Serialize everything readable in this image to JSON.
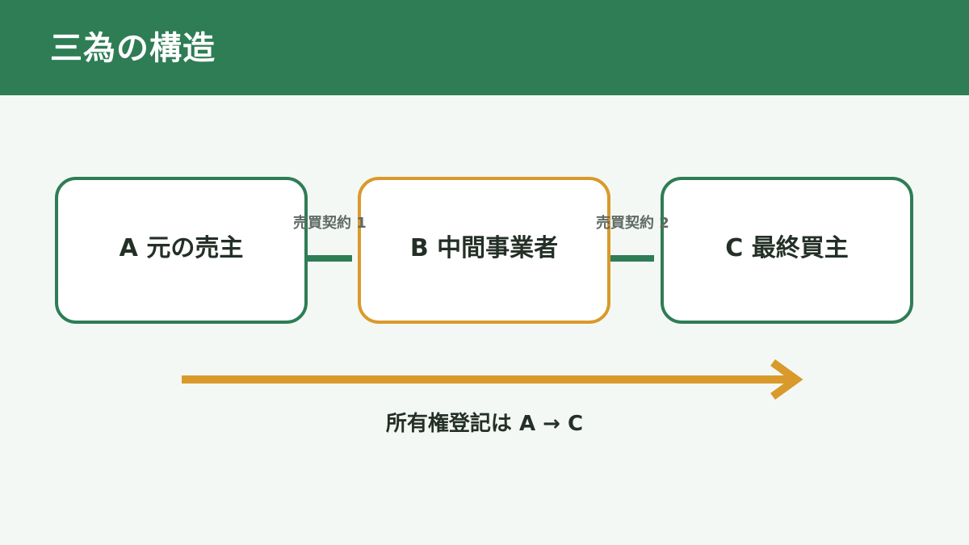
{
  "header": {
    "title": "三為の構造"
  },
  "parties": [
    {
      "label": "A 元の売主"
    },
    {
      "label": "B 中間事業者"
    },
    {
      "label": "C 最終買主"
    }
  ],
  "contracts": [
    {
      "label": "売買契約 1"
    },
    {
      "label": "売買契約 2"
    }
  ],
  "registration": {
    "label": "所有権登記は A → C"
  },
  "colors": {
    "header_bg": "#2e7d55",
    "primary_green": "#2e7d55",
    "accent_gold": "#d99a2b",
    "background": "#f4f8f5",
    "text_dark": "#243027",
    "text_muted": "#5f6a63"
  }
}
